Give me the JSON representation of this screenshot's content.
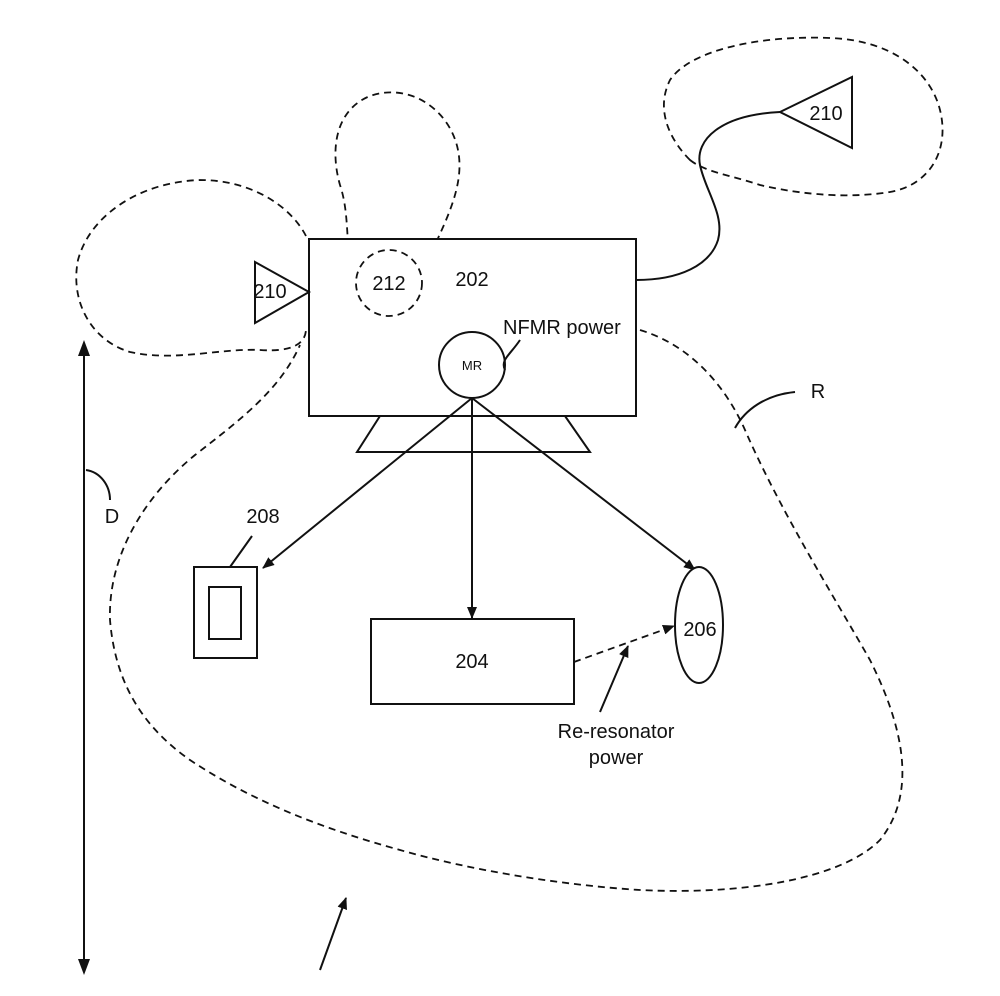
{
  "labels": {
    "device_202": "202",
    "node_212": "212",
    "antenna_left_210": "210",
    "antenna_right_210": "210",
    "mr": "MR",
    "nfmr_power": "NFMR power",
    "region_r": "R",
    "distance_d": "D",
    "device_208": "208",
    "device_204": "204",
    "device_206": "206",
    "re_resonator_line1": "Re-resonator",
    "re_resonator_line2": "power"
  }
}
